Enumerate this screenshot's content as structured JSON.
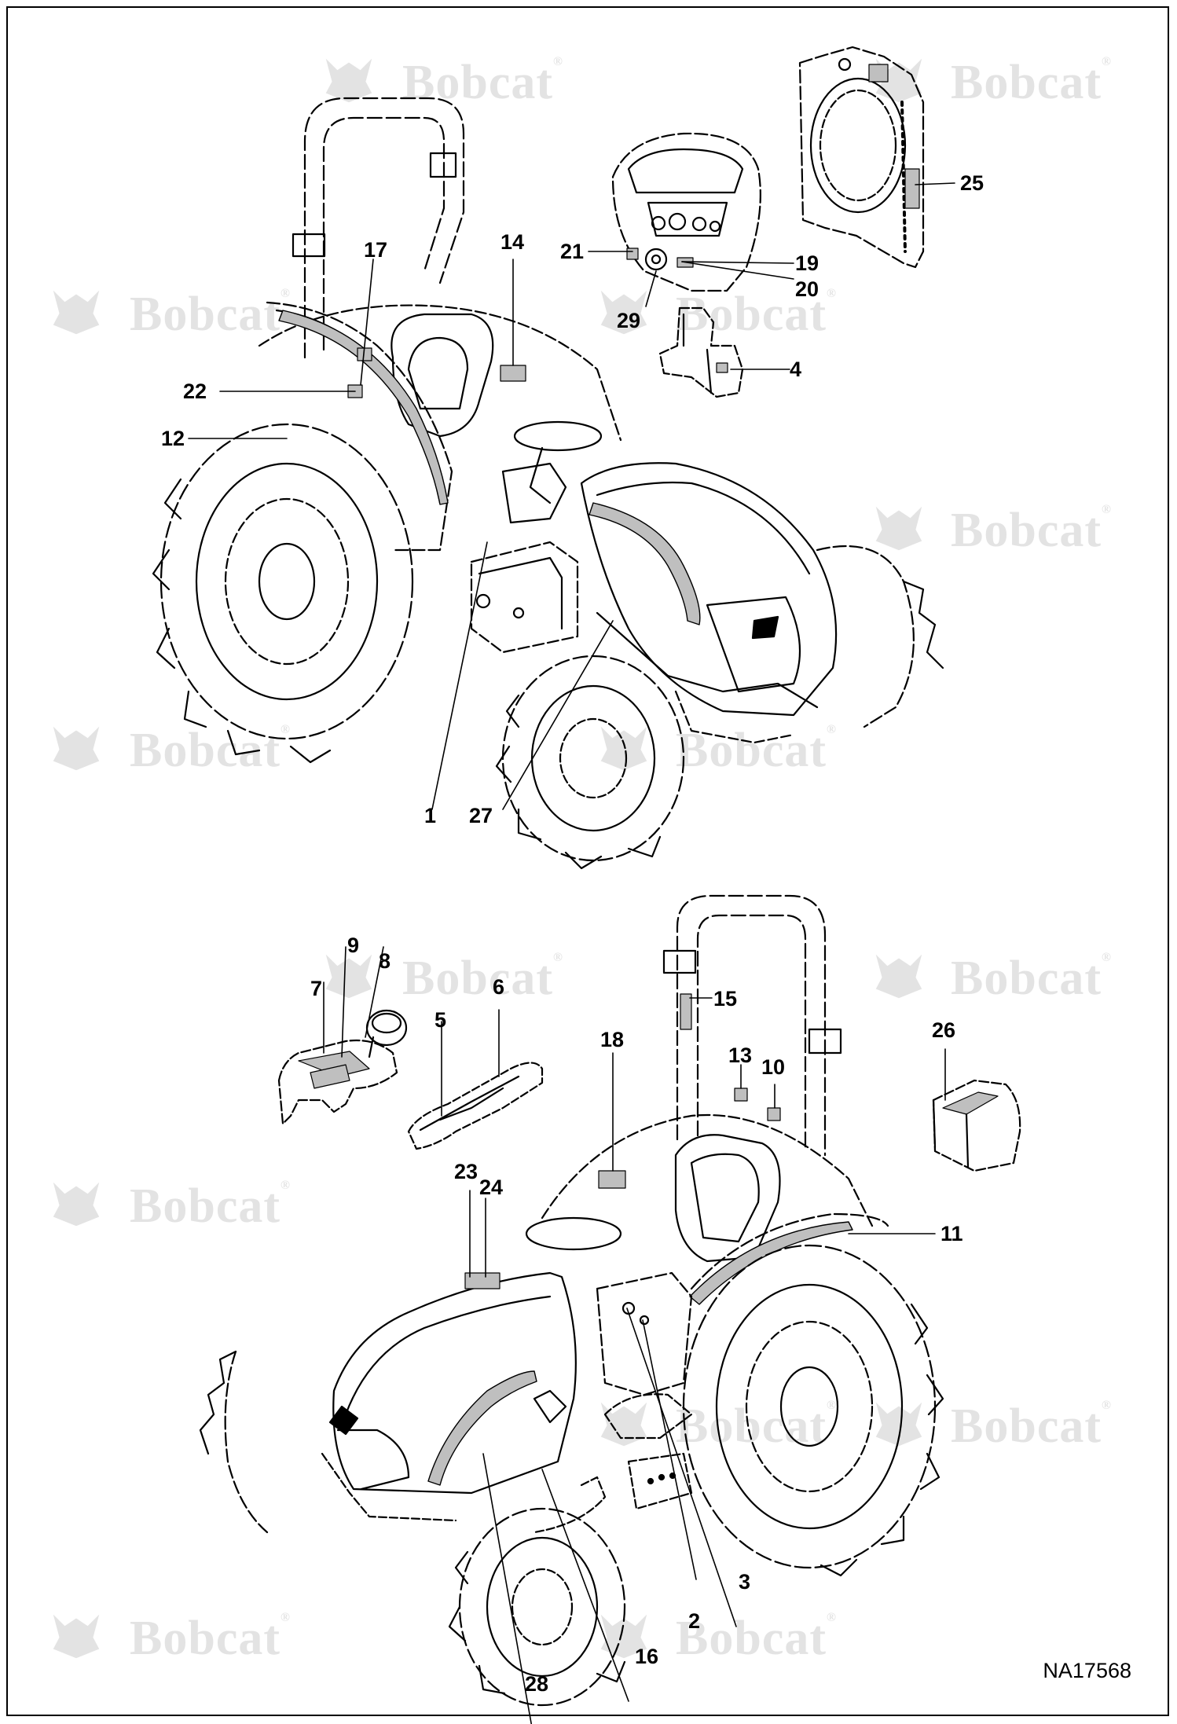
{
  "watermark": {
    "brand": "Bobcat",
    "reg_mark": "®"
  },
  "drawing_code": "NA17568",
  "callouts": {
    "c1": "1",
    "c2": "2",
    "c3": "3",
    "c4": "4",
    "c5": "5",
    "c6": "6",
    "c7": "7",
    "c8": "8",
    "c9": "9",
    "c10": "10",
    "c11": "11",
    "c12": "12",
    "c13": "13",
    "c14": "14",
    "c15": "15",
    "c16": "16",
    "c17": "17",
    "c18": "18",
    "c19": "19",
    "c20": "20",
    "c21": "21",
    "c22": "22",
    "c23": "23",
    "c24": "24",
    "c25": "25",
    "c26": "26",
    "c27": "27",
    "c28": "28",
    "c29": "29"
  },
  "colors": {
    "line": "#000000",
    "decal": "#bfbfbf",
    "watermark": "#e3e3e3"
  }
}
